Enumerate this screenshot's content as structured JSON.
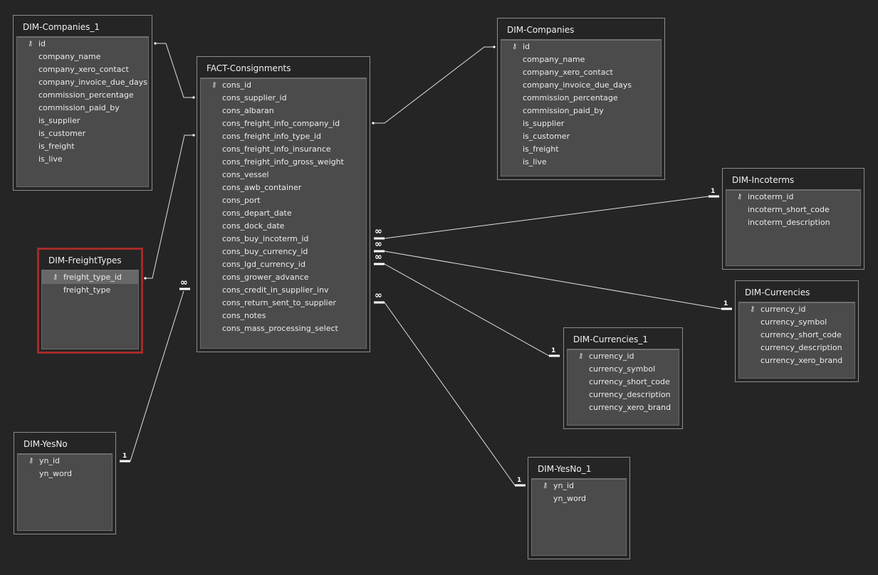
{
  "tables": [
    {
      "id": "t1",
      "title": "DIM-Companies_1",
      "fields": [
        "id",
        "company_name",
        "company_xero_contact",
        "company_invoice_due_days",
        "commission_percentage",
        "commission_paid_by",
        "is_supplier",
        "is_customer",
        "is_freight",
        "is_live"
      ],
      "key": 0
    },
    {
      "id": "t2",
      "title": "FACT-Consignments",
      "fields": [
        "cons_id",
        "cons_supplier_id",
        "cons_albaran",
        "cons_freight_info_company_id",
        "cons_freight_info_type_id",
        "cons_freight_info_insurance",
        "cons_freight_info_gross_weight",
        "cons_vessel",
        "cons_awb_container",
        "cons_port",
        "cons_depart_date",
        "cons_dock_date",
        "cons_buy_incoterm_id",
        "cons_buy_currency_id",
        "cons_lgd_currency_id",
        "cons_grower_advance",
        "cons_credit_in_supplier_inv",
        "cons_return_sent_to_supplier",
        "cons_notes",
        "cons_mass_processing_select"
      ],
      "key": 0
    },
    {
      "id": "t3",
      "title": "DIM-Companies",
      "fields": [
        "id",
        "company_name",
        "company_xero_contact",
        "company_invoice_due_days",
        "commission_percentage",
        "commission_paid_by",
        "is_supplier",
        "is_customer",
        "is_freight",
        "is_live"
      ],
      "key": 0
    },
    {
      "id": "t4",
      "title": "DIM-Incoterms",
      "fields": [
        "incoterm_id",
        "incoterm_short_code",
        "incoterm_description"
      ],
      "key": 0
    },
    {
      "id": "t5",
      "title": "DIM-FreightTypes",
      "fields": [
        "freight_type_id",
        "freight_type"
      ],
      "key": 0,
      "selected": true
    },
    {
      "id": "t6",
      "title": "DIM-Currencies",
      "fields": [
        "currency_id",
        "currency_symbol",
        "currency_short_code",
        "currency_description",
        "currency_xero_brand"
      ],
      "key": 0
    },
    {
      "id": "t7",
      "title": "DIM-Currencies_1",
      "fields": [
        "currency_id",
        "currency_symbol",
        "currency_short_code",
        "currency_description",
        "currency_xero_brand"
      ],
      "key": 0
    },
    {
      "id": "t8",
      "title": "DIM-YesNo",
      "fields": [
        "yn_id",
        "yn_word"
      ],
      "key": 0
    },
    {
      "id": "t9",
      "title": "DIM-YesNo_1",
      "fields": [
        "yn_id",
        "yn_word"
      ],
      "key": 0
    }
  ],
  "cardinality": {
    "one": "1",
    "many": "∞"
  },
  "colors": {
    "line": "#e0e0e0",
    "selected": "#a52a2a"
  }
}
